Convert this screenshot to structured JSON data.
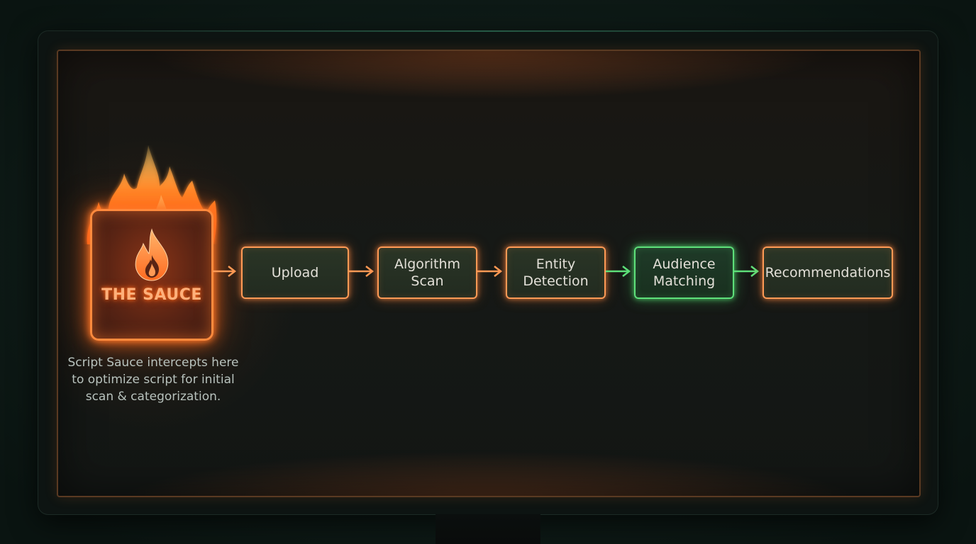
{
  "sauce": {
    "title": "THE SAUCE",
    "note": "Script Sauce intercepts here\nto optimize script for initial\nscan & categorization."
  },
  "pipeline": {
    "steps": [
      {
        "label": "Upload"
      },
      {
        "label": "Algorithm\nScan"
      },
      {
        "label": "Entity\nDetection"
      },
      {
        "label": "Audience\nMatching"
      },
      {
        "label": "Recommendations"
      }
    ]
  },
  "colors": {
    "accent_orange": "#ff9a55",
    "accent_green": "#5ee07a",
    "sauce_glow": "#ff7a2a"
  },
  "icons": {
    "sauce": "flame-icon",
    "connectors": "arrow-right-icon"
  }
}
